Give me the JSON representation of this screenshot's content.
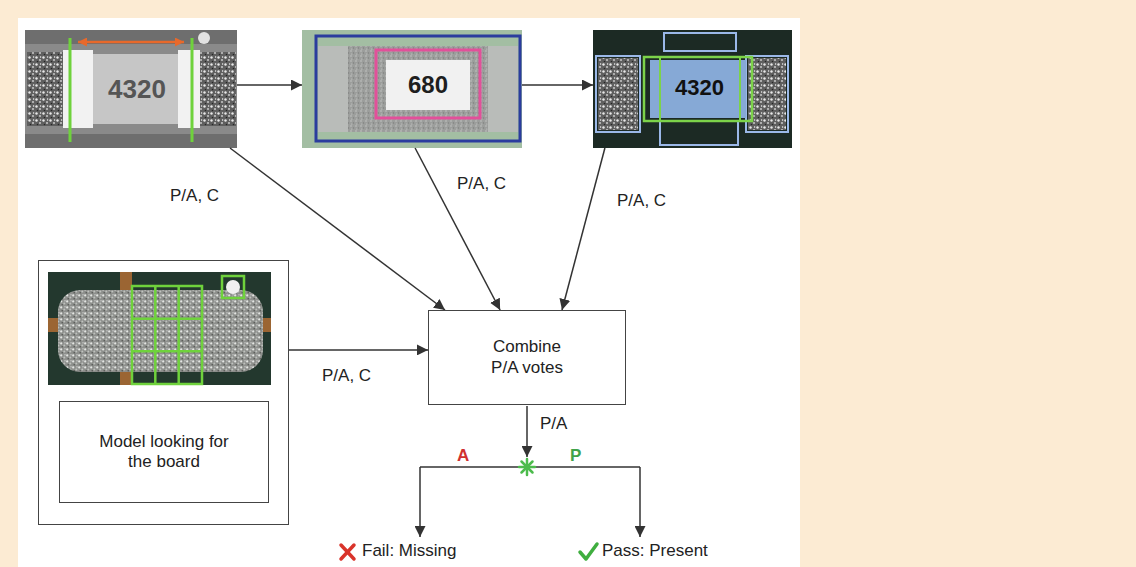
{
  "diagram": {
    "nodes": [
      {
        "text": [
          "4320"
        ]
      },
      {
        "text": [
          "680"
        ]
      },
      {
        "text": [
          "4320"
        ]
      },
      {
        "text": []
      },
      {
        "text": [
          "Model looking for the board"
        ],
        "in": 3
      },
      {
        "text": [
          "Combine P/A votes"
        ]
      }
    ],
    "edges": [
      {
        "from": 0,
        "to": 1,
        "arrow": "to"
      },
      {
        "from": 1,
        "to": 2,
        "arrow": "to"
      },
      {
        "from": 0,
        "to": 5,
        "label": "P/A, C",
        "arrow": "to"
      },
      {
        "from": 1,
        "to": 5,
        "label": "P/A, C",
        "arrow": "to"
      },
      {
        "from": 2,
        "to": 5,
        "label": "P/A, C",
        "arrow": "to"
      },
      {
        "from": 3,
        "to": 5,
        "label": "P/A, C",
        "arrow": "to"
      }
    ],
    "labels": [
      "P/A",
      "A",
      "P",
      "Fail: Missing",
      "Pass: Present"
    ]
  }
}
